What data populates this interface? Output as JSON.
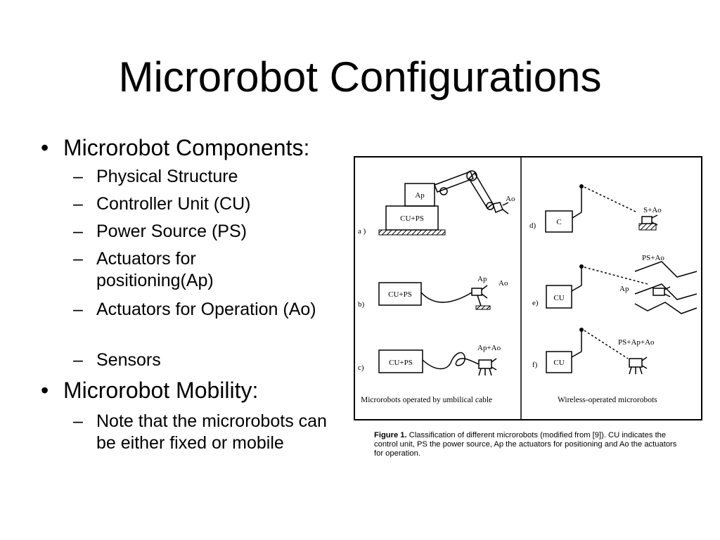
{
  "slide": {
    "title": "Microrobot Configurations",
    "bullets": [
      {
        "text": "Microrobot Components:",
        "subitems": [
          "Physical Structure",
          "Controller Unit (CU)",
          "Power Source (PS)",
          "Actuators for positioning(Ap)",
          "Actuators for Operation (Ao)",
          "Sensors"
        ]
      },
      {
        "text": "Microrobot Mobility:",
        "subitems": [
          "Note that the microrobots can be either fixed or mobile"
        ]
      }
    ]
  },
  "figure": {
    "panel_a": {
      "label": "a )",
      "box1": "CU+PS",
      "box2": "Ap",
      "tool": "Ao"
    },
    "panel_b": {
      "label": "b)",
      "box": "CU+PS",
      "ap": "Ap",
      "ao": "Ao"
    },
    "panel_c": {
      "label": "c)",
      "box": "CU+PS",
      "tool": "Ap+Ao"
    },
    "panel_d": {
      "label": "d)",
      "box": "C",
      "tool": "S+Ao"
    },
    "panel_e": {
      "label": "e)",
      "box": "CU",
      "tool1": "PS+Ao",
      "tool2": "Ap"
    },
    "panel_f": {
      "label": "f)",
      "box": "CU",
      "tool": "PS+Ap+Ao"
    },
    "left_footer": "Microrobots operated by umbilical cable",
    "right_footer": "Wireless-operated microrobots",
    "caption_label": "Figure 1.",
    "caption_text": "Classification of different microrobots (modified from [9]). CU indicates the control unit, PS the power source, Ap the actuators for positioning and Ao the actuators for operation."
  }
}
